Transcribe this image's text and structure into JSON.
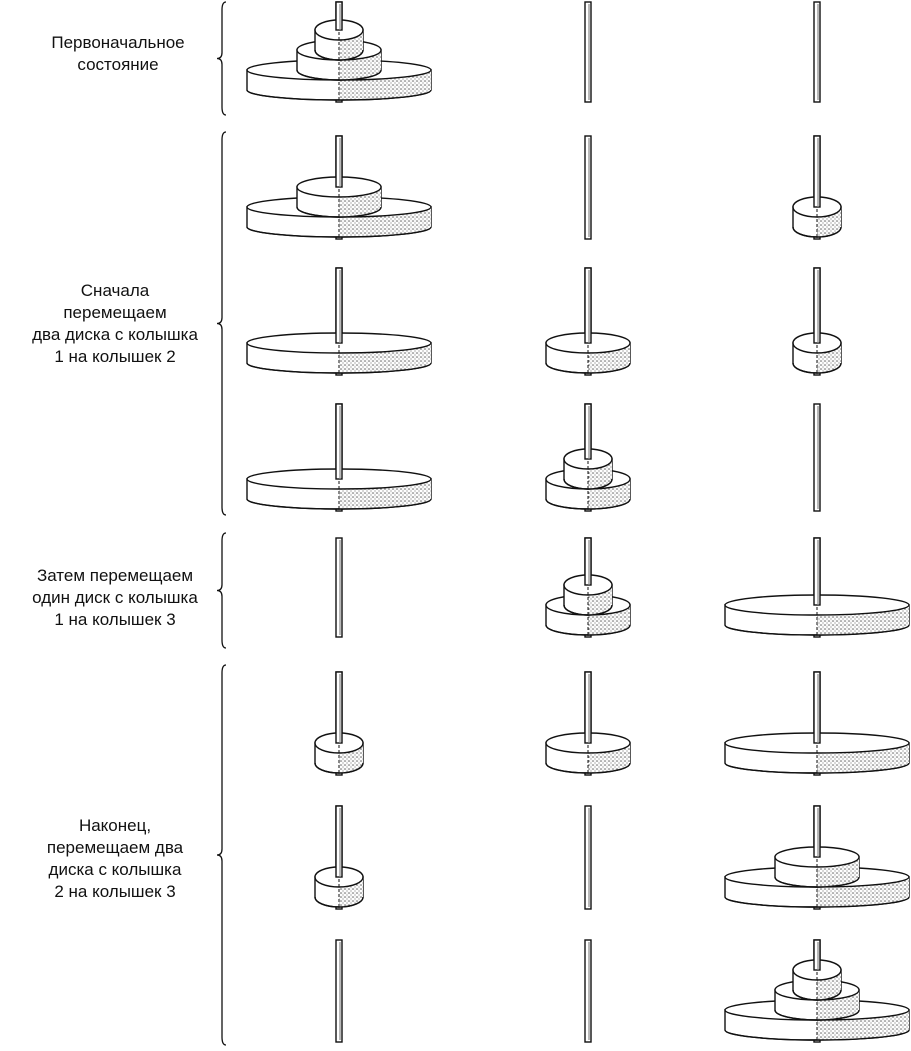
{
  "sections": [
    {
      "id": "initial",
      "label": "Первоначальное\nсостояние",
      "steps": [
        [
          [
            3,
            2,
            1
          ],
          [],
          []
        ]
      ]
    },
    {
      "id": "phase1",
      "label": "Сначала\nперемещаем\nдва диска с колышка\n1 на колышек 2",
      "steps": [
        [
          [
            3,
            2
          ],
          [],
          [
            1
          ]
        ],
        [
          [
            3
          ],
          [
            2
          ],
          [
            1
          ]
        ],
        [
          [
            3
          ],
          [
            2,
            1
          ],
          []
        ]
      ]
    },
    {
      "id": "phase2",
      "label": "Затем перемещаем\nодин диск с колышка\n1 на колышек 3",
      "steps": [
        [
          [],
          [
            2,
            1
          ],
          [
            3
          ]
        ]
      ]
    },
    {
      "id": "phase3",
      "label": "Наконец,\nперемещаем два\nдиска с колышка\n2 на колышек 3",
      "steps": [
        [
          [
            1
          ],
          [
            2
          ],
          [
            3
          ]
        ],
        [
          [
            1
          ],
          [],
          [
            3,
            2
          ]
        ],
        [
          [],
          [],
          [
            3,
            2,
            1
          ]
        ]
      ]
    }
  ],
  "colors": {
    "ink": "#111111",
    "stipple": "#9a9a9a",
    "face": "#ffffff"
  }
}
